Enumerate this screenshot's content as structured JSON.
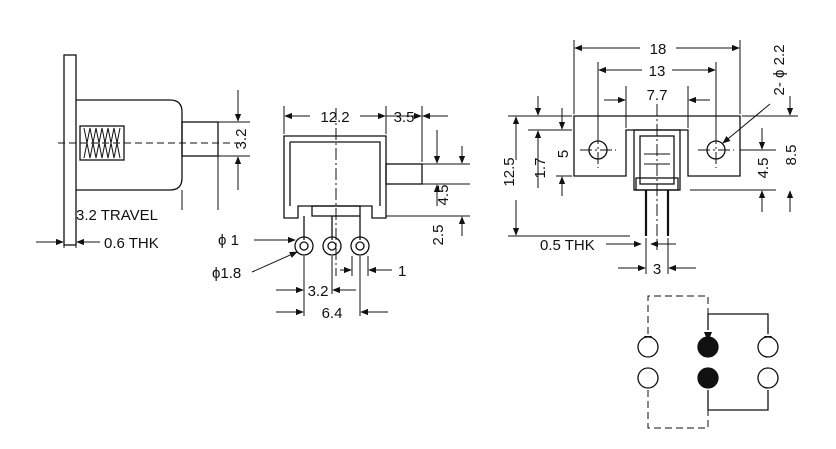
{
  "side_view": {
    "travel": "3.2 TRAVEL",
    "thickness": "0.6 THK",
    "height": "3.2"
  },
  "front_view": {
    "width": "12.2",
    "offset": "3.5",
    "pin_height": "4.5",
    "pin_length": "2.5",
    "phi1": "ϕ 1",
    "phi18": "ϕ1.8",
    "pitch": "3.2",
    "span": "6.4",
    "pin_width": "1"
  },
  "top_view": {
    "overall": "18",
    "hole_spacing": "13",
    "inner": "7.7",
    "hole_dia": "2- ϕ 2.2",
    "height_total": "12.5",
    "edge": "1.7",
    "mid": "5",
    "right_low": "4.5",
    "right_high": "8.5",
    "thickness": "0.5 THK",
    "pin_gap": "3"
  },
  "schematic": {
    "pins": [
      {
        "col": 0,
        "row": 0,
        "filled": false
      },
      {
        "col": 1,
        "row": 0,
        "filled": true
      },
      {
        "col": 2,
        "row": 0,
        "filled": false
      },
      {
        "col": 0,
        "row": 1,
        "filled": false
      },
      {
        "col": 1,
        "row": 1,
        "filled": true
      },
      {
        "col": 2,
        "row": 1,
        "filled": false
      }
    ]
  }
}
